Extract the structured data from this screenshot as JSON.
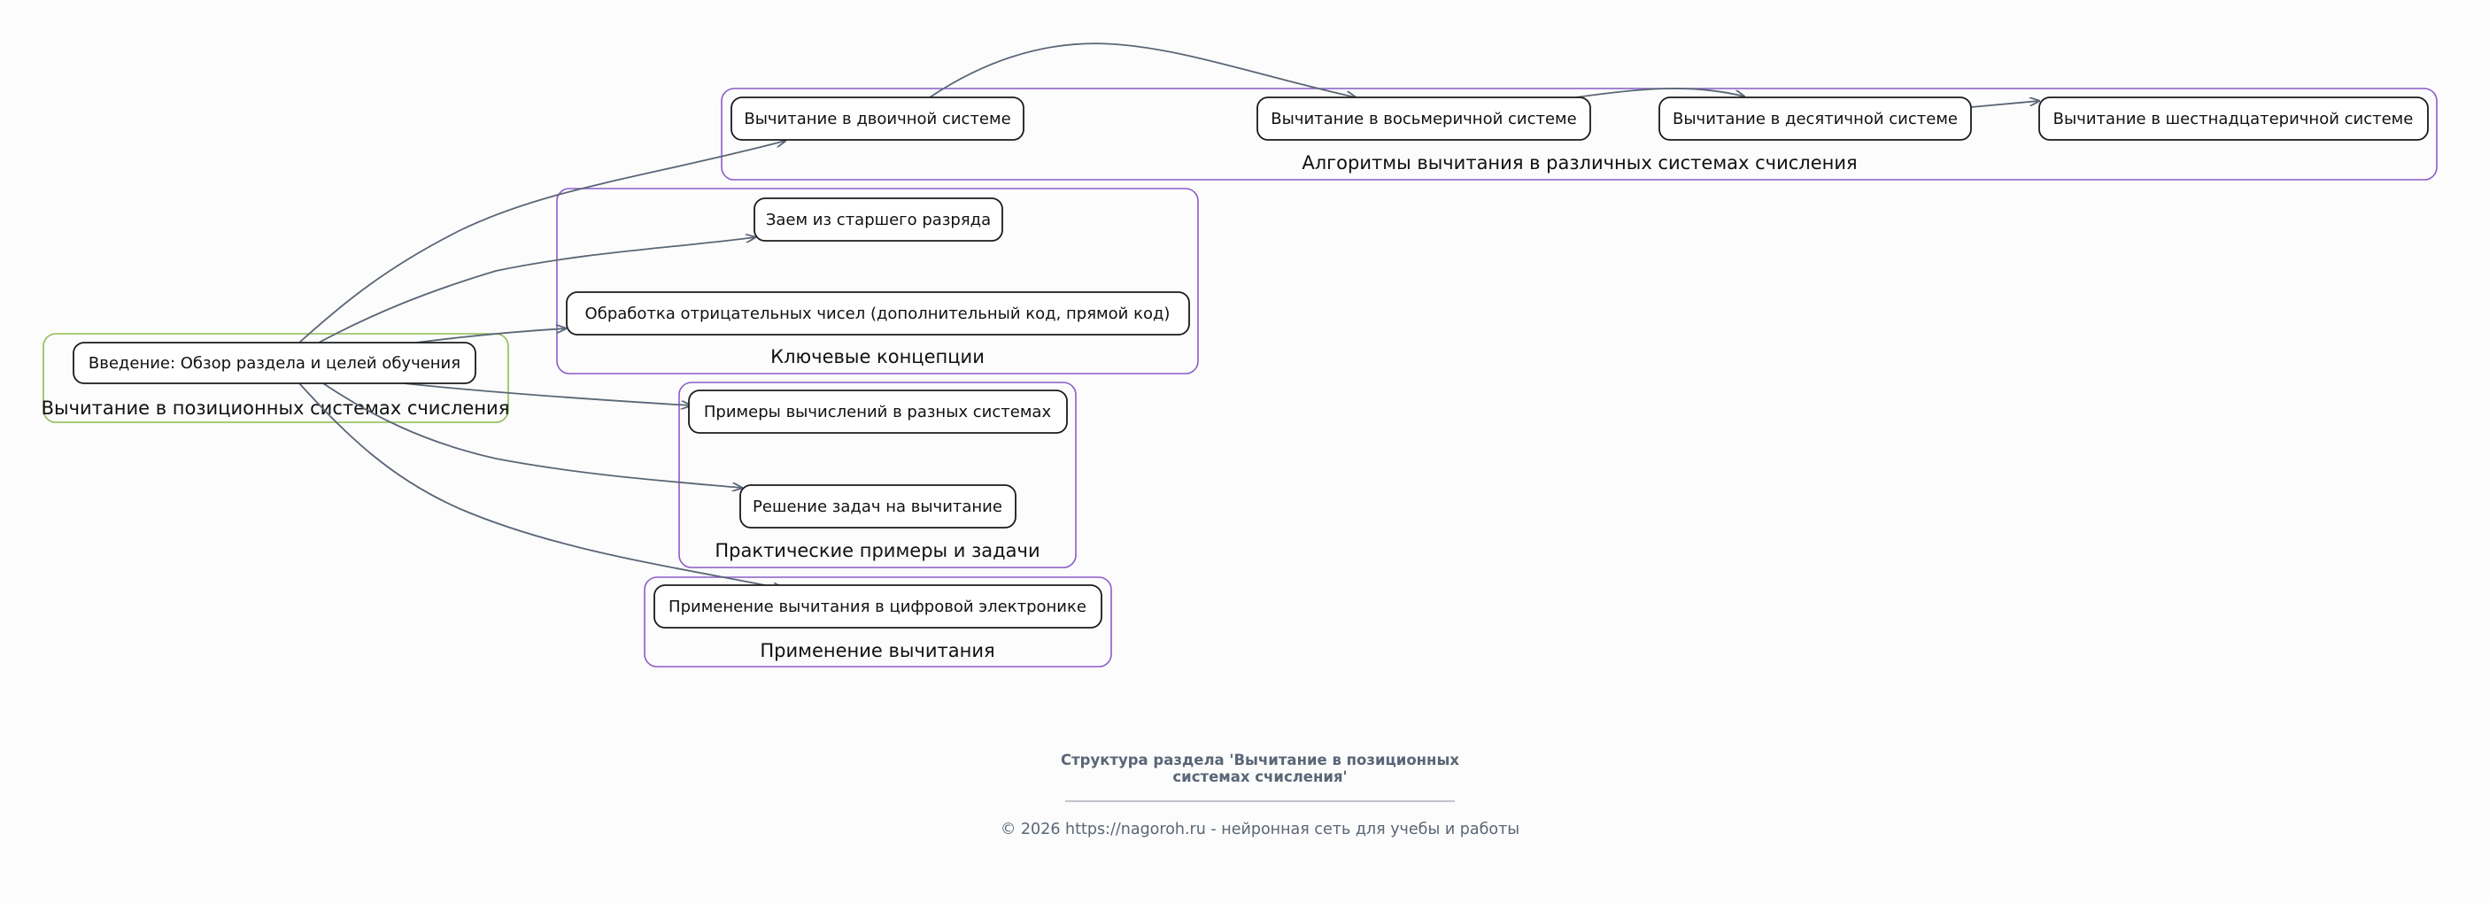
{
  "colors": {
    "background": "#fcfcfc",
    "root_group_border": "#8fbc52",
    "group_border": "#8a5cc9",
    "edge": "#5a6677",
    "footer_text": "#5a6677"
  },
  "groups": {
    "root": {
      "label": "Вычитание в позиционных системах счисления"
    },
    "algorithms": {
      "label": "Алгоритмы вычитания в различных системах счисления"
    },
    "concepts": {
      "label": "Ключевые концепции"
    },
    "practice": {
      "label": "Практические примеры и задачи"
    },
    "application": {
      "label": "Применение вычитания"
    }
  },
  "nodes": {
    "intro": "Введение: Обзор раздела и целей обучения",
    "binary": "Вычитание в двоичной системе",
    "octal": "Вычитание в восьмеричной системе",
    "decimal": "Вычитание в десятичной системе",
    "hex": "Вычитание в шестнадцатеричной системе",
    "borrow": "Заем из старшего разряда",
    "negative": "Обработка отрицательных чисел (дополнительный код, прямой код)",
    "examples": "Примеры вычислений в разных системах",
    "tasks": "Решение задач на вычитание",
    "electronics": "Применение вычитания в цифровой электронике"
  },
  "edges": [
    {
      "from": "intro",
      "to": "binary"
    },
    {
      "from": "intro",
      "to": "borrow"
    },
    {
      "from": "intro",
      "to": "negative"
    },
    {
      "from": "intro",
      "to": "examples"
    },
    {
      "from": "intro",
      "to": "tasks"
    },
    {
      "from": "intro",
      "to": "electronics"
    },
    {
      "from": "binary",
      "to": "octal"
    },
    {
      "from": "octal",
      "to": "decimal"
    },
    {
      "from": "decimal",
      "to": "hex"
    }
  ],
  "footer": {
    "title_line1": "Структура раздела 'Вычитание в позиционных",
    "title_line2": "системах счисления'",
    "copyright": "© 2026 https://nagoroh.ru - нейронная сеть для учебы и работы"
  }
}
